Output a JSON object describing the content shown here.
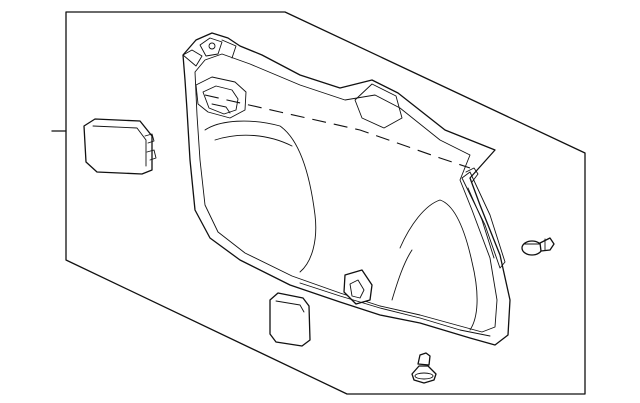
{
  "diagram": {
    "background_color": "#ffffff",
    "line_color": "#111111",
    "parts": [
      {
        "name": "tailgate-trim-panel"
      },
      {
        "name": "access-cover-upper"
      },
      {
        "name": "access-cover-lower"
      },
      {
        "name": "push-clip"
      },
      {
        "name": "retainer-clip"
      }
    ]
  }
}
